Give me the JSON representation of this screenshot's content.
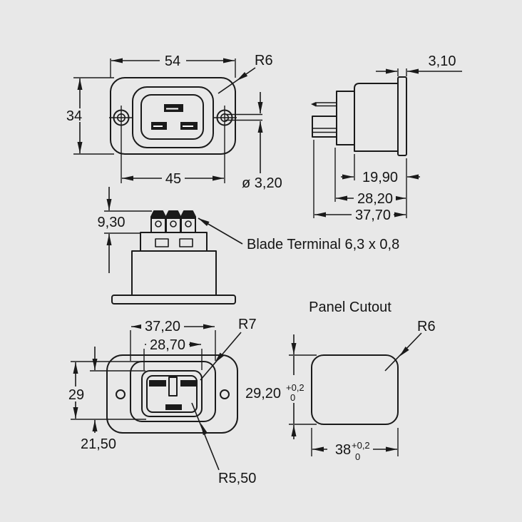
{
  "page": {
    "background_color": "#e8e8e8",
    "line_color": "#1a1a1a"
  },
  "views": {
    "front": {
      "dim_width": "54",
      "dim_height": "34",
      "dim_hole_spacing": "45",
      "radius_label": "R6",
      "hole_diameter_label": "ø 3,20"
    },
    "side": {
      "dim_flange_thickness": "3,10",
      "dim_depth_body": "19,90",
      "dim_depth_mid": "28,20",
      "dim_depth_total": "37,70"
    },
    "rear": {
      "dim_terminal_height": "9,30",
      "terminal_label": "Blade Terminal  6,3 x 0,8"
    },
    "plug": {
      "dim_width_outer": "37,20",
      "dim_width_inner": "28,70",
      "dim_height": "29",
      "dim_height_inner": "21,50",
      "radius_outer_label": "R7",
      "radius_inner_label": "R5,50"
    },
    "cutout": {
      "title": "Panel Cutout",
      "radius_label": "R6",
      "dim_height": "29,20",
      "dim_height_tol_upper": "+0,2",
      "dim_height_tol_lower": "0",
      "dim_width": "38",
      "dim_width_tol_upper": "+0,2",
      "dim_width_tol_lower": "0"
    }
  }
}
